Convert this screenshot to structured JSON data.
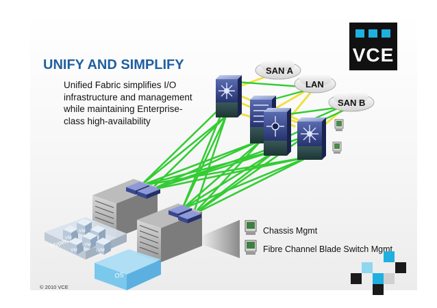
{
  "logo": {
    "text": "VCE"
  },
  "title": "UNIFY AND SIMPLIFY",
  "subtitle": "Unified Fabric simplifies I/O infrastructure and management while maintaining Enterprise-class high-availability",
  "clouds": {
    "san_a": "SAN A",
    "lan": "LAN",
    "san_b": "SAN B"
  },
  "labels": {
    "vm": "VM",
    "hypervisor": "Hypervisor",
    "os": "OS",
    "chassis_mgmt": "Chassis Mgmt",
    "fc_mgmt": "Fibre Channel Blade Switch Mgmt"
  },
  "footer": "© 2010 VCE",
  "colors": {
    "title": "#1f5fa0",
    "link_lan": "#33cc33",
    "link_fcoe": "#f0e040",
    "switch": "#2f3f7f",
    "logo_accent": "#1fb0e0"
  }
}
